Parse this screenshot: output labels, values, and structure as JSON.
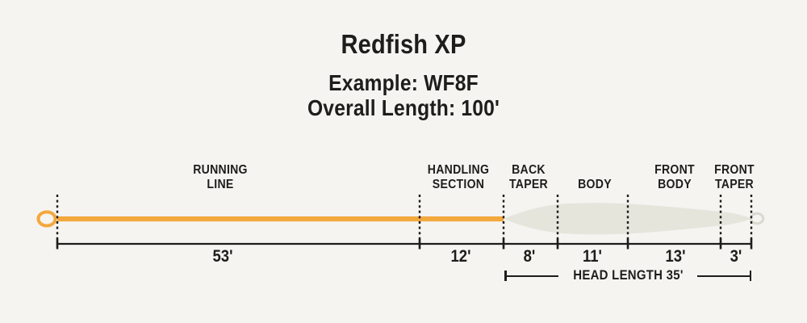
{
  "title": "Redfish XP",
  "example_label": "Example: WF8F",
  "overall_length_label": "Overall Length: 100'",
  "head_length_label": "HEAD LENGTH 35'",
  "sections": [
    {
      "name": "RUNNING LINE",
      "length": "53'"
    },
    {
      "name": "HANDLING SECTION",
      "length": "12'"
    },
    {
      "name": "BACK TAPER",
      "length": "8'"
    },
    {
      "name": "BODY",
      "length": "11'"
    },
    {
      "name": "FRONT BODY",
      "length": "13'"
    },
    {
      "name": "FRONT TAPER",
      "length": "3'"
    }
  ],
  "colors": {
    "background": "#F5F4F1",
    "ink": "#1D1D1B",
    "running_line": "#F3A83E",
    "head_body": "#E5E5DC",
    "front_loop": "#DBDAD1"
  }
}
